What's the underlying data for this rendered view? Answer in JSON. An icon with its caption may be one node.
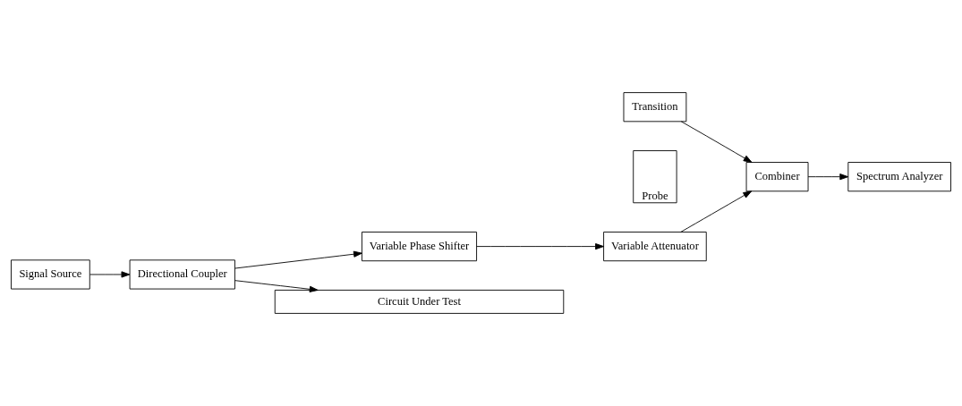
{
  "diagram": {
    "nodes": [
      {
        "text": [
          "Variable Phase Shifter"
        ]
      },
      {
        "text": [
          "Variable Attenuator"
        ]
      },
      {
        "text": [
          "Signal Source"
        ]
      },
      {
        "text": [
          "Directional Coupler"
        ]
      },
      {
        "text": [
          "Transition"
        ]
      },
      {
        "text": [
          "Probe"
        ]
      },
      {
        "text": [
          "Combiner"
        ]
      },
      {
        "text": [
          "Spectrum Analyzer"
        ]
      },
      {
        "text": [
          "Circuit Under Test"
        ]
      }
    ],
    "edges": [
      {
        "from": 2,
        "to": 3,
        "arrow": "to"
      },
      {
        "from": 3,
        "to": 0,
        "arrow": "to"
      },
      {
        "from": 0,
        "to": 1,
        "arrow": "to"
      },
      {
        "from": 1,
        "to": 6,
        "arrow": "to"
      },
      {
        "from": 4,
        "to": 6,
        "arrow": "to"
      },
      {
        "from": 6,
        "to": 7,
        "arrow": "to"
      },
      {
        "from": 3,
        "to": 8,
        "arrow": "to"
      }
    ]
  }
}
